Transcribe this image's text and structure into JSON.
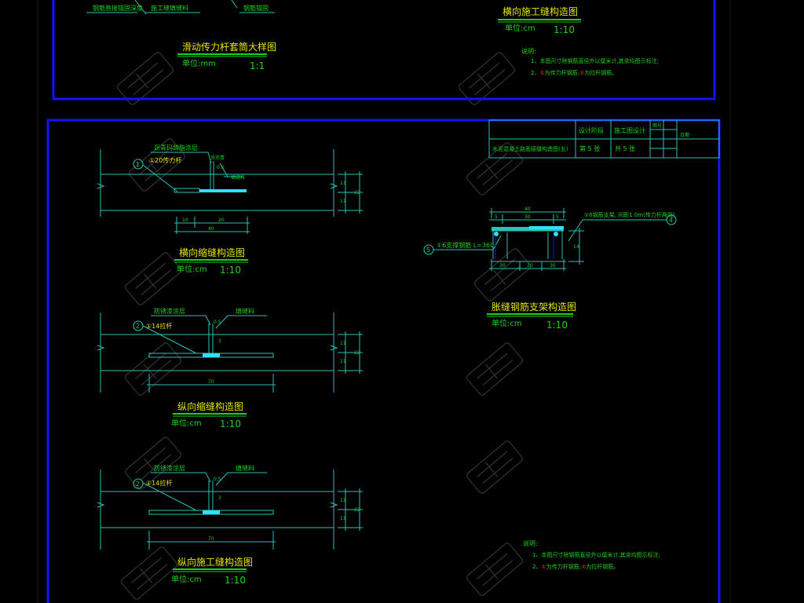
{
  "colors": {
    "frame": "#1212ff",
    "line": "#27c3b4",
    "text_green": "#19d219",
    "text_yellow": "#e6e600",
    "text_red": "#ff2a2a",
    "highlight": "#30e0ff",
    "dim": "#1fb0a0"
  },
  "top_panel": {
    "left_callout_1": "钢筋直接锚固深度",
    "left_callout_2": "施工缝填缝料",
    "left_callout_3": "钢筋锚固",
    "left_title": "滑动传力杆套筒大样图",
    "left_unit_label": "单位:mm",
    "left_scale": "1:1",
    "right_title": "横向施工缝构造图",
    "right_unit_label": "单位:cm",
    "right_scale": "1:10",
    "notes_title": "说明:",
    "note_1": "1、本图尺寸除钢筋直径外以厘米计,其余均图示标注;",
    "note_2_num": "2、",
    "note_2_sym_a": "①",
    "note_2_mid": "为传力杆钢筋,",
    "note_2_sym_b": "②",
    "note_2_end": "为拉杆钢筋。"
  },
  "title_block": {
    "c1": "设计阶段",
    "c2": "施工图设计",
    "c3": "图号",
    "c4": "日期",
    "c5": "水泥混凝土路面接缝构造图(五)",
    "c6": "第 5 张",
    "c7": "共 5 张"
  },
  "d1": {
    "marker": "1",
    "callout_bar": "①20传力杆",
    "callout_a": "沥青玛蹄脂涂层",
    "callout_b": "涂沥青",
    "callout_c": "填缝料",
    "dim_top": "0.5",
    "dim_l1": "10",
    "dim_l2": "20",
    "dim_total": "40",
    "dim_v1": "11",
    "dim_v2": "11",
    "dim_v3": "22",
    "title": "横向缩缝构造图",
    "unit": "单位:cm",
    "scale": "1:10"
  },
  "d2": {
    "marker": "2",
    "callout_bar": "①14拉杆",
    "callout_a": "防锈漆涂层",
    "callout_c": "填缝料",
    "dim_top": "0.5",
    "dim_mid": "3",
    "dim_total": "70",
    "dim_v1": "11",
    "dim_v2": "11",
    "dim_v3": "22",
    "title": "纵向缩缝构造图",
    "unit": "单位:cm",
    "scale": "1:10"
  },
  "d3": {
    "marker": "2",
    "callout_bar": "①14拉杆",
    "callout_a": "防锈漆涂层",
    "callout_c": "填缝料",
    "dim_top": "0.5",
    "dim_mid": "3",
    "dim_total": "70",
    "dim_v1": "11",
    "dim_v2": "11",
    "dim_v3": "22",
    "title": "纵向施工缝构造图",
    "unit": "单位:cm",
    "scale": "1:10"
  },
  "d4": {
    "dim_top_total": "40",
    "dim_top_l": "5",
    "dim_top_m": "30",
    "dim_top_r": "5",
    "dim_bot_l": "30",
    "dim_bot_m": "20",
    "dim_bot_r": "30",
    "dim_side": "14",
    "callout_right": "①6钢筋支架, 间距1.0m(传力杆两端)",
    "marker_right": "4",
    "callout_left": "①6支撑钢筋 L=360",
    "marker_left": "5",
    "title": "胀缝钢筋支架构造图",
    "unit": "单位:cm",
    "scale": "1:10"
  },
  "bottom_notes": {
    "title": "说明:",
    "note_1": "1、本图尺寸除钢筋直径外以厘米计,其余均图示标注;",
    "note_2_num": "2、",
    "note_2_sym_a": "①",
    "note_2_mid": "为传力杆钢筋,",
    "note_2_sym_b": "②",
    "note_2_end": "为拉杆钢筋。"
  }
}
